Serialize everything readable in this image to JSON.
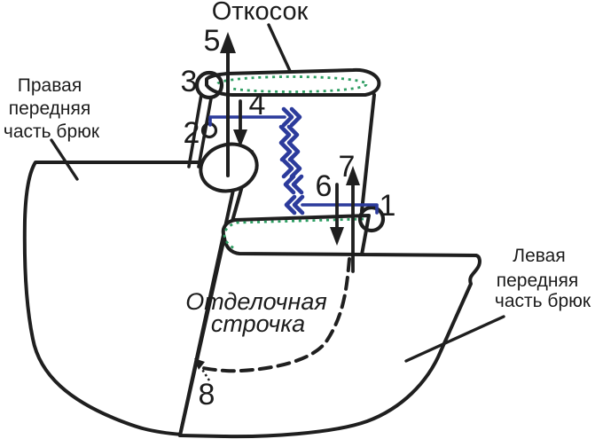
{
  "diagram": {
    "title": "Откосок",
    "labels": {
      "right_front": {
        "line1": "Правая",
        "line2": "передняя",
        "line3": "часть брюк"
      },
      "left_front": {
        "line1": "Левая",
        "line2": "передняя",
        "line3": "часть брюк"
      },
      "topstitch": {
        "line1": "Отделочная",
        "line2": "строчка"
      }
    },
    "steps": {
      "n1": "1",
      "n2": "2",
      "n3": "3",
      "n4": "4",
      "n5": "5",
      "n6": "6",
      "n7": "7",
      "n8": "8"
    },
    "colors": {
      "outline": "#1f1f1f",
      "stitch_green": "#2f9e63",
      "operation_blue": "#2c3b9c",
      "background": "#ffffff"
    }
  }
}
